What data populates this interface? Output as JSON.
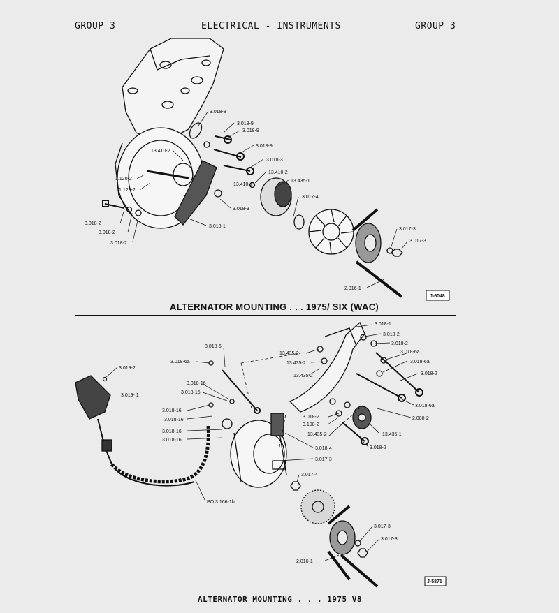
{
  "header": {
    "left": "GROUP 3",
    "center": "ELECTRICAL - INSTRUMENTS",
    "right": "GROUP 3"
  },
  "figure1": {
    "title": "ALTERNATOR MOUNTING . . . 1975/ SIX (WAC)",
    "id": "J-6048",
    "callouts": [
      "3.018-8",
      "3.018-9",
      "3.018-9",
      "3.018-9",
      "3.018-3",
      "13.410-2",
      "13.410-2",
      "13.410-2",
      "13.435-1",
      "1.120-2",
      "1.123-2",
      "3.018-3",
      "3.017-4",
      "3.018-2",
      "3.018-2",
      "3.018-2",
      "3.018-1",
      "3.017-3",
      "3.017-3",
      "2.016-1"
    ]
  },
  "figure2": {
    "title": "ALTERNATOR MOUNTING . . . 1975 V8",
    "id": "J-5871",
    "callouts": [
      "3.018-1",
      "3.018-2",
      "3.018-2",
      "3.018-6",
      "3.018-6a",
      "3.018-6a",
      "13.435-2",
      "13.435-2",
      "13.435-2",
      "3.018-6a",
      "3.018-2",
      "3.019-2",
      "3.019- 1",
      "3.018-16",
      "3.018-16",
      "3.018-16",
      "3.018-16",
      "3.018-16",
      "3.018-16",
      "3.018-6a",
      "3.018-2",
      "3.108-2",
      "13.435-2",
      "2.080-2",
      "13.435-1",
      "3.018-2",
      "3.018-4",
      "3.017-3",
      "3.017-4",
      "PO 3.166-1b",
      "3.017-3",
      "3.017-3",
      "2.016-1"
    ]
  }
}
